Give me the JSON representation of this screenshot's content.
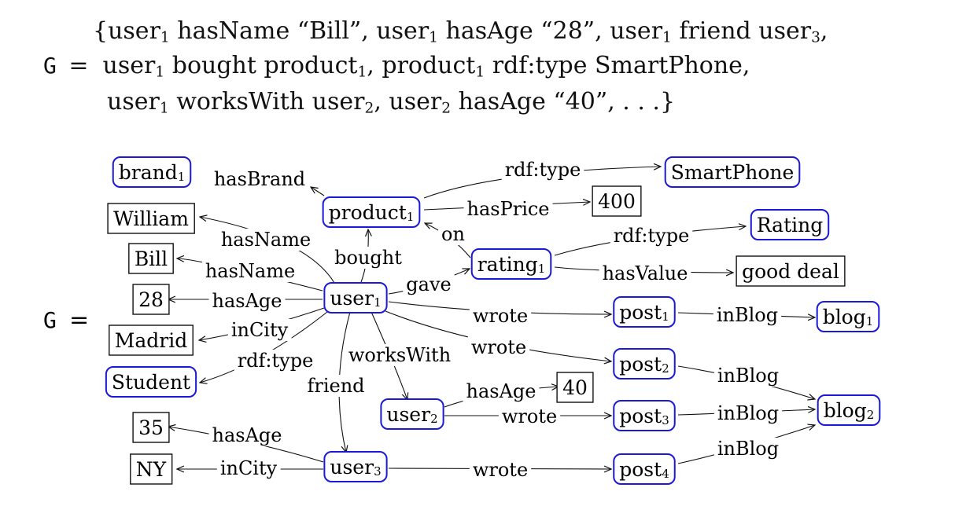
{
  "formula": {
    "g_symbol": "G",
    "equals": "=",
    "open_brace": "{",
    "close_brace": "}",
    "lines": [
      [
        {
          "t": "user",
          "s": "1"
        },
        {
          "t": " hasName “Bill”, "
        },
        {
          "t": "user",
          "s": "1"
        },
        {
          "t": " hasAge “28”, "
        },
        {
          "t": "user",
          "s": "1"
        },
        {
          "t": " friend "
        },
        {
          "t": "user",
          "s": "3"
        },
        {
          "t": ","
        }
      ],
      [
        {
          "t": "user",
          "s": "1"
        },
        {
          "t": " bought "
        },
        {
          "t": "product",
          "s": "1"
        },
        {
          "t": ", "
        },
        {
          "t": "product",
          "s": "1"
        },
        {
          "t": " rdf:type SmartPhone,"
        }
      ],
      [
        {
          "t": "user",
          "s": "1"
        },
        {
          "t": " worksWith "
        },
        {
          "t": "user",
          "s": "2"
        },
        {
          "t": ", "
        },
        {
          "t": "user",
          "s": "2"
        },
        {
          "t": " hasAge “40”, . . ."
        }
      ]
    ]
  },
  "graph": {
    "g_symbol": "G",
    "equals": "=",
    "colors": {
      "resource": "#1a1ad6",
      "literal": "#111111",
      "edge": "#111111"
    },
    "nodes": [
      {
        "id": "brand1",
        "label": "brand",
        "sub": "1",
        "kind": "resource"
      },
      {
        "id": "product1",
        "label": "product",
        "sub": "1",
        "kind": "resource"
      },
      {
        "id": "smartphone",
        "label": "SmartPhone",
        "kind": "resource"
      },
      {
        "id": "p400",
        "label": "400",
        "kind": "literal"
      },
      {
        "id": "william",
        "label": "William",
        "kind": "literal"
      },
      {
        "id": "rating",
        "label": "Rating",
        "kind": "resource"
      },
      {
        "id": "bill",
        "label": "Bill",
        "kind": "literal"
      },
      {
        "id": "rating1",
        "label": "rating",
        "sub": "1",
        "kind": "resource"
      },
      {
        "id": "gooddeal",
        "label": "good deal",
        "kind": "literal"
      },
      {
        "id": "a28",
        "label": "28",
        "kind": "literal"
      },
      {
        "id": "user1",
        "label": "user",
        "sub": "1",
        "kind": "resource"
      },
      {
        "id": "post1",
        "label": "post",
        "sub": "1",
        "kind": "resource"
      },
      {
        "id": "blog1",
        "label": "blog",
        "sub": "1",
        "kind": "resource"
      },
      {
        "id": "madrid",
        "label": "Madrid",
        "kind": "literal"
      },
      {
        "id": "post2",
        "label": "post",
        "sub": "2",
        "kind": "resource"
      },
      {
        "id": "student",
        "label": "Student",
        "kind": "resource"
      },
      {
        "id": "a40",
        "label": "40",
        "kind": "literal"
      },
      {
        "id": "blog2",
        "label": "blog",
        "sub": "2",
        "kind": "resource"
      },
      {
        "id": "user2",
        "label": "user",
        "sub": "2",
        "kind": "resource"
      },
      {
        "id": "post3",
        "label": "post",
        "sub": "3",
        "kind": "resource"
      },
      {
        "id": "a35",
        "label": "35",
        "kind": "literal"
      },
      {
        "id": "ny",
        "label": "NY",
        "kind": "literal"
      },
      {
        "id": "user3",
        "label": "user",
        "sub": "3",
        "kind": "resource"
      },
      {
        "id": "post4",
        "label": "post",
        "sub": "4",
        "kind": "resource"
      }
    ],
    "edges": [
      {
        "id": "e_hasbrand",
        "from": "product1",
        "to": "brand1",
        "label": "hasBrand"
      },
      {
        "id": "e_rdftype_sp",
        "from": "product1",
        "to": "smartphone",
        "label": "rdf:type"
      },
      {
        "id": "e_hasprice",
        "from": "product1",
        "to": "p400",
        "label": "hasPrice"
      },
      {
        "id": "e_hasname_w",
        "from": "user1",
        "to": "william",
        "label": "hasName"
      },
      {
        "id": "e_bought",
        "from": "user1",
        "to": "product1",
        "label": "bought"
      },
      {
        "id": "e_on",
        "from": "rating1",
        "to": "product1",
        "label": "on"
      },
      {
        "id": "e_rdftype_r",
        "from": "rating1",
        "to": "rating",
        "label": "rdf:type"
      },
      {
        "id": "e_hasname_b",
        "from": "user1",
        "to": "bill",
        "label": "hasName"
      },
      {
        "id": "e_hasvalue",
        "from": "rating1",
        "to": "gooddeal",
        "label": "hasValue"
      },
      {
        "id": "e_gave",
        "from": "user1",
        "to": "rating1",
        "label": "gave"
      },
      {
        "id": "e_hasage28",
        "from": "user1",
        "to": "a28",
        "label": "hasAge"
      },
      {
        "id": "e_wrote1",
        "from": "user1",
        "to": "post1",
        "label": "wrote"
      },
      {
        "id": "e_inblog1",
        "from": "post1",
        "to": "blog1",
        "label": "inBlog"
      },
      {
        "id": "e_incity_m",
        "from": "user1",
        "to": "madrid",
        "label": "inCity"
      },
      {
        "id": "e_wrote2",
        "from": "user1",
        "to": "post2",
        "label": "wrote"
      },
      {
        "id": "e_rdftype_st",
        "from": "user1",
        "to": "student",
        "label": "rdf:type"
      },
      {
        "id": "e_workswith",
        "from": "user1",
        "to": "user2",
        "label": "worksWith"
      },
      {
        "id": "e_friend",
        "from": "user1",
        "to": "user3",
        "label": "friend"
      },
      {
        "id": "e_inblog2",
        "from": "post2",
        "to": "blog2",
        "label": "inBlog"
      },
      {
        "id": "e_hasage40",
        "from": "user2",
        "to": "a40",
        "label": "hasAge"
      },
      {
        "id": "e_wrote3",
        "from": "user2",
        "to": "post3",
        "label": "wrote"
      },
      {
        "id": "e_inblog3",
        "from": "post3",
        "to": "blog2",
        "label": "inBlog"
      },
      {
        "id": "e_hasage35",
        "from": "user3",
        "to": "a35",
        "label": "hasAge"
      },
      {
        "id": "e_incity_ny",
        "from": "user3",
        "to": "ny",
        "label": "inCity"
      },
      {
        "id": "e_wrote4",
        "from": "user3",
        "to": "post4",
        "label": "wrote"
      },
      {
        "id": "e_inblog4",
        "from": "post4",
        "to": "blog2",
        "label": "inBlog"
      }
    ]
  }
}
